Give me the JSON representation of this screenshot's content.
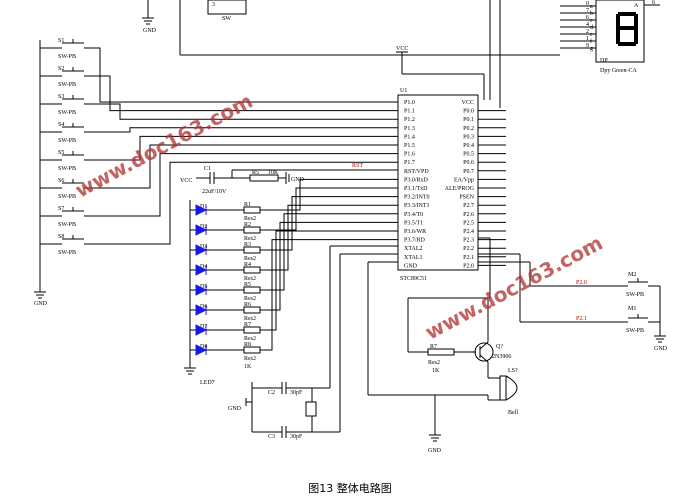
{
  "caption": "图13 整体电路图",
  "watermark": "www.doc163.com",
  "mcu": {
    "ref": "U1",
    "part": "STC89C51",
    "left_pins": [
      "P1.0",
      "P1.1",
      "P1.2",
      "P1.3",
      "P1.4",
      "P1.5",
      "P1.6",
      "P1.7",
      "RST/VPD",
      "P3.0/RxD",
      "P3.1/TxD",
      "P3.2/INT0",
      "P3.3/INT1",
      "P3.4/T0",
      "P3.5/T1",
      "P3.6/WR",
      "P3.7/RD",
      "XTAL2",
      "XTAL1",
      "GND"
    ],
    "right_pins": [
      "VCC",
      "P0.0",
      "P0.1",
      "P0.2",
      "P0.3",
      "P0.4",
      "P0.5",
      "P0.6",
      "P0.7",
      "EA/Vpp",
      "ALE/PROG",
      "PSEN",
      "P2.7",
      "P2.6",
      "P2.5",
      "P2.4",
      "P2.3",
      "P2.2",
      "P2.1",
      "P2.0"
    ]
  },
  "switches": [
    {
      "ref": "S1",
      "type": "SW-PB"
    },
    {
      "ref": "S2",
      "type": "SW-PB"
    },
    {
      "ref": "S3",
      "type": "SW-PB"
    },
    {
      "ref": "S4",
      "type": "SW-PB"
    },
    {
      "ref": "S5",
      "type": "SW-PB"
    },
    {
      "ref": "S6",
      "type": "SW-PB"
    },
    {
      "ref": "S7",
      "type": "SW-PB"
    },
    {
      "ref": "S8",
      "type": "SW-PB"
    }
  ],
  "leds": [
    "D1",
    "D2",
    "D3",
    "D4",
    "D5",
    "D6",
    "D7",
    "D8"
  ],
  "led_bottom_label": "LED7",
  "resistors": [
    "R1",
    "R2",
    "R3",
    "R4",
    "R5",
    "R6",
    "R7",
    "R8"
  ],
  "res_type": "Res2",
  "res_value": "1K",
  "display": {
    "label": "Dpy Green-CA",
    "segments": [
      "a",
      "b",
      "c",
      "d",
      "e",
      "f",
      "g",
      "DP"
    ],
    "pin_nums": [
      "0",
      "7",
      "6",
      "4",
      "2",
      "1",
      "9",
      "10",
      "5"
    ],
    "anode": "A",
    "anode_pin": "6"
  },
  "sw_box": {
    "ref": "3",
    "label": "SW"
  },
  "reset": {
    "cap": "C1",
    "cap_value": "22uF/10V",
    "res": "R5",
    "res_value": "10K",
    "net": "RST",
    "gnd": "GND",
    "vcc": "VCC"
  },
  "crystal": {
    "c2": "C2",
    "c3": "C3",
    "c_value": "30pF",
    "gnd": "GND"
  },
  "buzzer": {
    "res": "R7",
    "res_type": "Res2",
    "res_value": "1K",
    "transistor": "Q?",
    "transistor_part": "2N3906",
    "ref": "LS?",
    "label": "Bell"
  },
  "keys": [
    {
      "ref": "M2",
      "type": "SW-PB",
      "net": "P2.0"
    },
    {
      "ref": "M1",
      "type": "SW-PB",
      "net": "P2.1"
    }
  ],
  "vcc_label": "VCC",
  "gnd_label": "GND"
}
